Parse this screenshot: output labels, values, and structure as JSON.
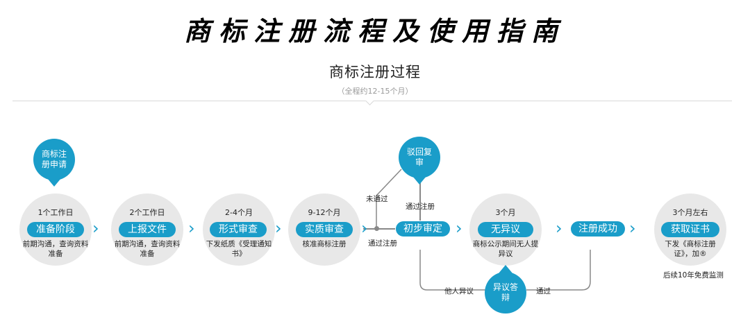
{
  "header": {
    "title": "商标注册流程及使用指南",
    "subtitle": "商标注册过程",
    "duration": "（全程约12-15个月）"
  },
  "steps": [
    {
      "time": "1个工作日",
      "name": "准备阶段",
      "desc": "前期沟通，查询资料准备"
    },
    {
      "time": "2个工作日",
      "name": "上报文件",
      "desc": "前期沟通，查询资料准备"
    },
    {
      "time": "2-4个月",
      "name": "形式审查",
      "desc": "下发纸质《受理通知书》"
    },
    {
      "time": "9-12个月",
      "name": "实质审查",
      "desc": "核准商标注册"
    },
    {
      "time": "",
      "name": "初步审定",
      "desc": ""
    },
    {
      "time": "3个月",
      "name": "无异议",
      "desc": "商标公示期间无人提异议"
    },
    {
      "time": "",
      "name": "注册成功",
      "desc": ""
    },
    {
      "time": "3个月左右",
      "name": "获取证书",
      "desc": "下发《商标注册证》，加®"
    }
  ],
  "bubbles": {
    "apply": "商标注册申请",
    "review": "驳回复审",
    "objection": "异议答辩"
  },
  "labels": {
    "not_passed": "未通过",
    "pass_register_top": "通过注册",
    "pass_register_left": "通过注册",
    "others_object": "他人异议",
    "passed": "通过",
    "monitor": "后续10年免费监测"
  },
  "chevron": "›",
  "colors": {
    "accent": "#1a9dc9",
    "circle": "#e8e8e8"
  }
}
